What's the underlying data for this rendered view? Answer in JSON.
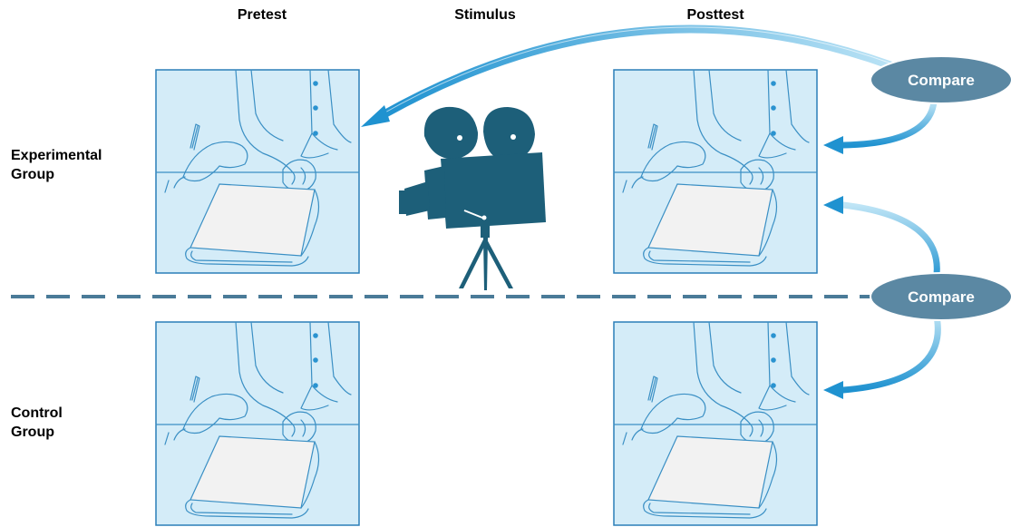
{
  "headers": {
    "pretest": "Pretest",
    "stimulus": "Stimulus",
    "posttest": "Posttest"
  },
  "rows": {
    "experimental": {
      "line1": "Experimental",
      "line2": "Group"
    },
    "control": {
      "line1": "Control",
      "line2": "Group"
    }
  },
  "compare_labels": [
    "Compare",
    "Compare"
  ],
  "icons": {
    "stimulus": "movie-camera-icon",
    "test_panel": "person-writing-test-icon"
  },
  "colors": {
    "panel_fill": "#d4ecf8",
    "panel_border": "#2b7fb8",
    "camera": "#1d5f79",
    "compare_ellipse": "#5b88a3",
    "arrow": "#2a9bd6",
    "divider": "#4a7b98"
  }
}
